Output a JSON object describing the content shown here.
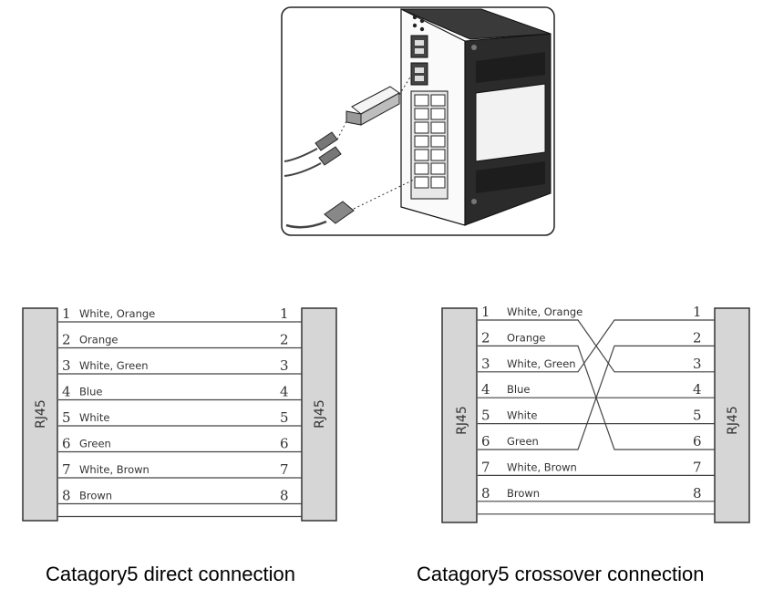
{
  "figure": {
    "description_icons": [
      "switch-device-icon",
      "sfp-module-icon",
      "fiber-connector-icon",
      "rj45-plug-icon"
    ]
  },
  "direct": {
    "left_connector_label": "RJ45",
    "right_connector_label": "RJ45",
    "wires": [
      {
        "pin": "1",
        "label": "White, Orange",
        "right_pin": "1"
      },
      {
        "pin": "2",
        "label": "Orange",
        "right_pin": "2"
      },
      {
        "pin": "3",
        "label": "White, Green",
        "right_pin": "3"
      },
      {
        "pin": "4",
        "label": "Blue",
        "right_pin": "4"
      },
      {
        "pin": "5",
        "label": "White",
        "right_pin": "5"
      },
      {
        "pin": "6",
        "label": "Green",
        "right_pin": "6"
      },
      {
        "pin": "7",
        "label": "White, Brown",
        "right_pin": "7"
      },
      {
        "pin": "8",
        "label": "Brown",
        "right_pin": "8"
      }
    ],
    "caption": "Catagory5 direct connection"
  },
  "crossover": {
    "left_connector_label": "RJ45",
    "right_connector_label": "RJ45",
    "wires": [
      {
        "pin": "1",
        "label": "White, Orange",
        "right_pin": "1"
      },
      {
        "pin": "2",
        "label": "Orange",
        "right_pin": "2"
      },
      {
        "pin": "3",
        "label": "White, Green",
        "right_pin": "3"
      },
      {
        "pin": "4",
        "label": "Blue",
        "right_pin": "4"
      },
      {
        "pin": "5",
        "label": "White",
        "right_pin": "5"
      },
      {
        "pin": "6",
        "label": "Green",
        "right_pin": "6"
      },
      {
        "pin": "7",
        "label": "White, Brown",
        "right_pin": "7"
      },
      {
        "pin": "8",
        "label": "Brown",
        "right_pin": "8"
      }
    ],
    "crossings": [
      {
        "from_pin": "1",
        "to_pin": "3"
      },
      {
        "from_pin": "2",
        "to_pin": "6"
      },
      {
        "from_pin": "3",
        "to_pin": "1"
      },
      {
        "from_pin": "6",
        "to_pin": "2"
      }
    ],
    "caption": "Catagory5 crossover connection"
  }
}
